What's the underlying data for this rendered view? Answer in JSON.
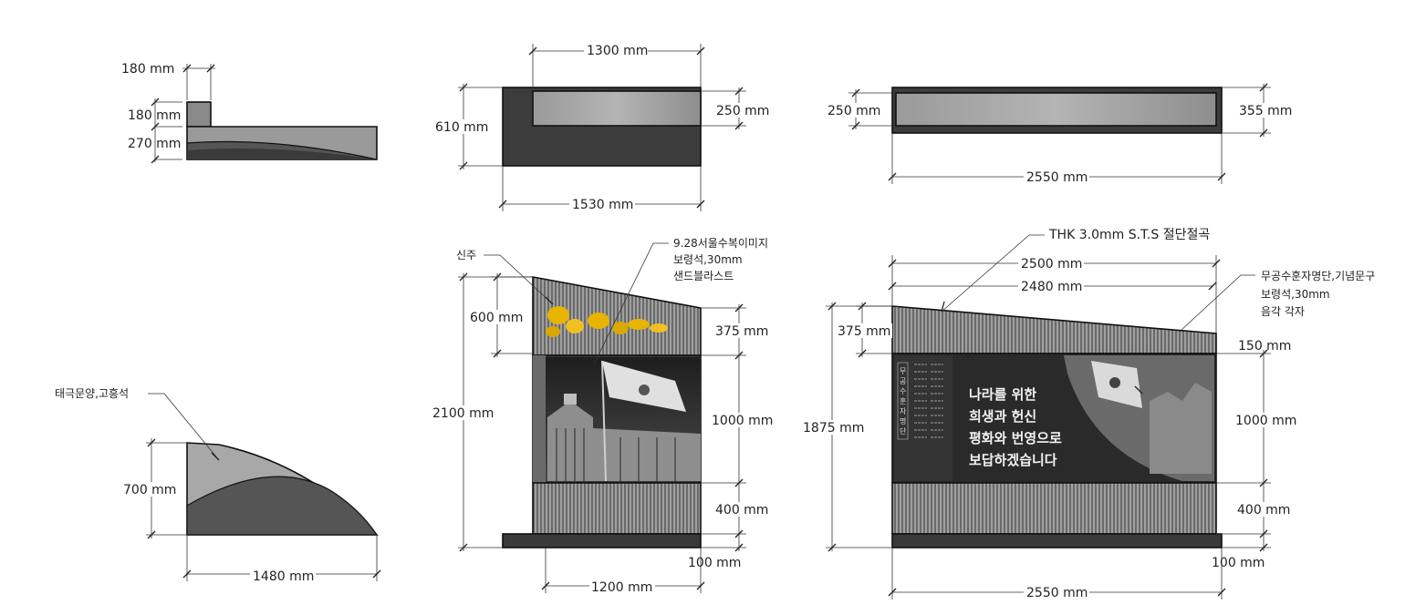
{
  "views": {
    "side_small": {
      "d_width": "180 mm",
      "d_top": "180 mm",
      "d_base": "270 mm"
    },
    "top_small": {
      "d_top": "1300 mm",
      "d_height": "610 mm",
      "d_inner": "250 mm",
      "d_bottom": "1530 mm"
    },
    "top_large": {
      "d_inner": "250 mm",
      "d_outer": "355 mm",
      "d_bottom": "2550 mm"
    },
    "base_side": {
      "note": "태극문양,고흥석",
      "d_height": "700 mm",
      "d_width": "1480 mm"
    },
    "front_small": {
      "note_pillar": "신주",
      "note_image_1": "9.28서울수복이미지",
      "note_image_2": "보령석,30mm",
      "note_image_3": "샌드블라스트",
      "d_cap": "600 mm",
      "d_total": "2100 mm",
      "d_slope": "375 mm",
      "d_panel": "1000 mm",
      "d_lower": "400 mm",
      "d_base": "100 mm",
      "d_width": "1200 mm"
    },
    "front_large": {
      "note_top": "THK 3.0mm S.T.S 절단절곡",
      "note_panel_1": "무공수훈자명단,기념문구",
      "note_panel_2": "보령석,30mm",
      "note_panel_3": "음각 각자",
      "d_top_outer": "2500 mm",
      "d_top_inner": "2480 mm",
      "d_slope": "375 mm",
      "d_total": "1875 mm",
      "d_step": "150 mm",
      "d_panel": "1000 mm",
      "d_lower": "400 mm",
      "d_base": "100 mm",
      "d_bottom": "2550 mm",
      "panel_vertical": "무공수훈자명단",
      "panel_line_1": "나라를 위한",
      "panel_line_2": "희생과 헌신",
      "panel_line_3": "평화와 번영으로",
      "panel_line_4": "보답하겠습니다"
    }
  },
  "colors": {
    "stone_dark": "#3a3a3a",
    "stone_mid": "#6e6e6e",
    "stone_light": "#a8a8a8",
    "steel": "#8c8c8c",
    "photo": "#2b2b2b",
    "gold": "#e8b400"
  }
}
